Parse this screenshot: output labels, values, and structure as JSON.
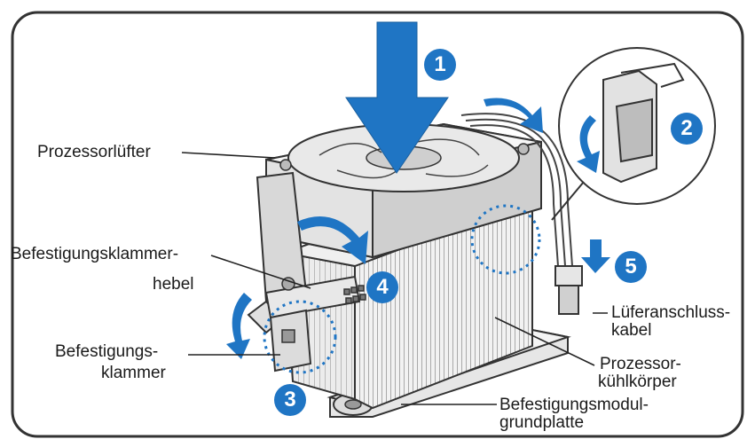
{
  "labels": {
    "fan": "Prozessorlüfter",
    "lever_1": "Befestigungsklammer-",
    "lever_2": "hebel",
    "clip_1": "Befestigungs-",
    "clip_2": "klammer",
    "cable_1": "Lüferanschluss-",
    "cable_2": "kabel",
    "heatsink_1": "Prozessor-",
    "heatsink_2": "kühlkörper",
    "base_1": "Befestigungsmodul-",
    "base_2": "grundplatte"
  },
  "steps": [
    "1",
    "2",
    "3",
    "4",
    "5"
  ],
  "colors": {
    "accent_blue": "#1f75c4",
    "frame": "#333333",
    "line": "#222222"
  },
  "icons": [
    "down-arrow-icon",
    "rotate-arrow-icon",
    "dotted-circle-icon"
  ]
}
